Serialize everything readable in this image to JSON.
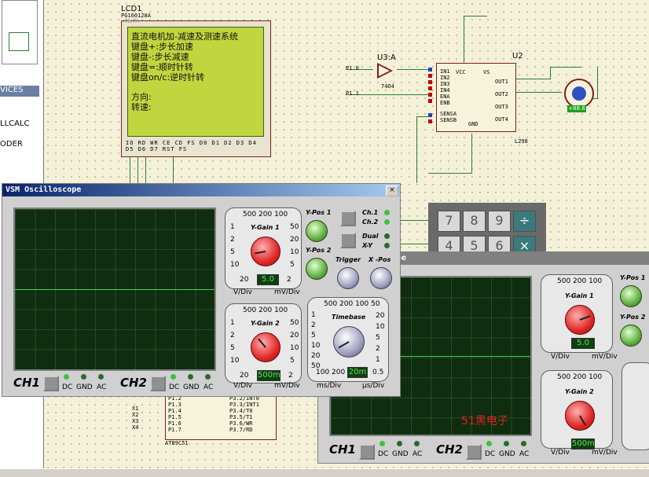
{
  "left_panel": {
    "devices_header": "VICES",
    "devices": [
      "LLCALC",
      "ODER"
    ]
  },
  "lcd": {
    "ref": "LCD1",
    "part": "PG160128A",
    "text_tag": "<TEXT>",
    "lines": [
      "直流电机加-减速及测速系统",
      "键盘+:步长加速",
      "键盘-:步长减速",
      "键盘=:顺时针转",
      "键盘on/c:逆时针转",
      "",
      "方向:",
      "转速:"
    ],
    "pins": "IO RD WR CE CD FS D0 D1 D2 D3 D4 D5 D6 D7 RST FS"
  },
  "schematic": {
    "u3_label": "U3:A",
    "u3_part": "74O4",
    "u2_label": "U2",
    "u2_part": "L298",
    "p10": "P1.0",
    "p11": "P1.1",
    "in_pins": [
      "IN1",
      "IN2",
      "IN3",
      "IN4",
      "ENA",
      "ENB",
      "SENSA",
      "SENSB"
    ],
    "vcc": "VCC",
    "vs": "VS",
    "gnd": "GND",
    "out_pins": [
      "OUT1",
      "OUT2",
      "OUT3",
      "OUT4"
    ],
    "motor_label": "+88.8",
    "mcu_part": "AT89C51",
    "mcu_left_pins": [
      "P1.2",
      "P1.3",
      "P1.4",
      "P1.5",
      "P1.6",
      "P1.7"
    ],
    "mcu_right_pins": [
      "P3.2/INT0",
      "P3.3/INT1",
      "P3.4/T0",
      "P3.5/T1",
      "P3.6/WR",
      "P3.7/RD"
    ],
    "x_labels": [
      "X1",
      "X2",
      "X3",
      "X4"
    ]
  },
  "keypad": {
    "keys": [
      "7",
      "8",
      "9",
      "÷",
      "4",
      "5",
      "6",
      "×"
    ]
  },
  "osc_front": {
    "title": "VSM Oscilloscope",
    "ygain1_label": "Y-Gain 1",
    "ygain2_label": "Y-Gain 2",
    "timebase_label": "Timebase",
    "ygain1_value": "5.0",
    "ygain2_value": "500m",
    "timebase_value": "20m",
    "ypos1": "Y-Pos 1",
    "ypos2": "Y-Pos 2",
    "ch1": "Ch.1",
    "ch2": "Ch.2",
    "dual": "Dual",
    "xy": "X-Y",
    "trigger": "Trigger",
    "xpos": "X -Pos",
    "scale_top": "500 200 100",
    "scale_l": [
      "1",
      "2",
      "5",
      "10"
    ],
    "scale_r": [
      "50",
      "20",
      "10",
      "5"
    ],
    "scale_bl": "20",
    "scale_br": "2",
    "tb_top": "500 200 100 50",
    "tb_l": [
      "1",
      "2",
      "5",
      "10",
      "20",
      "50"
    ],
    "tb_r": [
      "20",
      "10",
      "5",
      "2",
      "1"
    ],
    "tb_bottom": "100 200",
    "tb_br": "0.5",
    "vdiv": "V/Div",
    "mvdiv": "mV/Div",
    "msdiv": "ms/Div",
    "usdiv": "µs/Div",
    "ch1_big": "CH1",
    "ch2_big": "CH2",
    "dc": "DC",
    "gnd": "GND",
    "ac": "AC",
    "close": "×"
  },
  "osc_back": {
    "title_tail": "pe",
    "ygain1_label": "Y-Gain 1",
    "ygain2_label": "Y-Gain 2",
    "ygain1_value": "5.0",
    "ygain2_value": "500m",
    "ypos1": "Y-Pos 1",
    "ypos2": "Y-Pos 2",
    "watermark": "51黑电子",
    "ch1_big": "CH1",
    "ch2_big": "CH2",
    "dc": "DC",
    "gnd": "GND",
    "ac": "AC",
    "vdiv": "V/Div",
    "mvdiv": "mV/Div"
  },
  "colors": {
    "title_active": "#0a246a",
    "title_inactive": "#808080",
    "lcd_green": "#bfd63e",
    "wire": "#2e7d32",
    "trace": "#48d048"
  }
}
